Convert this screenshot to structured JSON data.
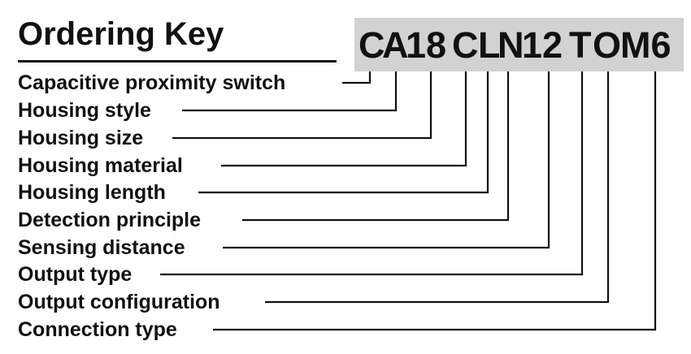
{
  "title": "Ordering Key",
  "model_code": "CA18CLN12TOM6",
  "code_segments": [
    {
      "text": "C"
    },
    {
      "text": "A"
    },
    {
      "text": "18"
    },
    {
      "text": "C"
    },
    {
      "text": "L"
    },
    {
      "text": "N"
    },
    {
      "text": "12"
    },
    {
      "text": "T"
    },
    {
      "text": "O"
    },
    {
      "text": "M6"
    }
  ],
  "labels": [
    "Capacitive proximity switch",
    "Housing style",
    "Housing size",
    "Housing material",
    "Housing length",
    "Detection principle",
    "Sensing distance",
    "Output type",
    "Output configuration",
    "Connection type"
  ],
  "colors": {
    "code_background": "#d2d2d2",
    "text": "#111111",
    "lines": "#111111"
  }
}
